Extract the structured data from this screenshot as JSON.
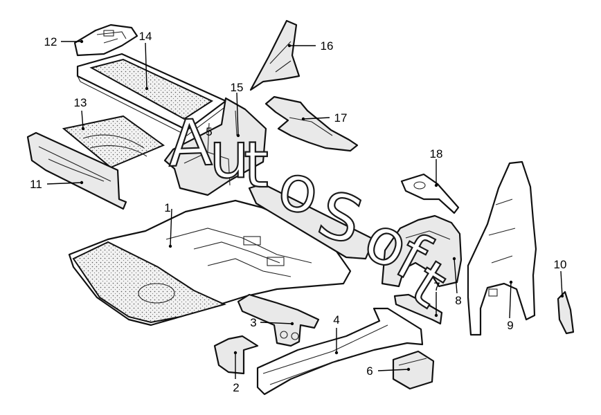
{
  "diagram": {
    "callouts": [
      {
        "label": "1"
      },
      {
        "label": "2"
      },
      {
        "label": "3"
      },
      {
        "label": "4"
      },
      {
        "label": "5"
      },
      {
        "label": "6"
      },
      {
        "label": "7"
      },
      {
        "label": "8"
      },
      {
        "label": "9"
      },
      {
        "label": "10"
      },
      {
        "label": "11"
      },
      {
        "label": "12"
      },
      {
        "label": "13"
      },
      {
        "label": "14"
      },
      {
        "label": "15"
      },
      {
        "label": "16"
      },
      {
        "label": "17"
      },
      {
        "label": "18"
      }
    ],
    "watermark": {
      "letters": [
        "A",
        "u",
        "t",
        "o",
        "S",
        "o",
        "f",
        "t"
      ]
    }
  }
}
